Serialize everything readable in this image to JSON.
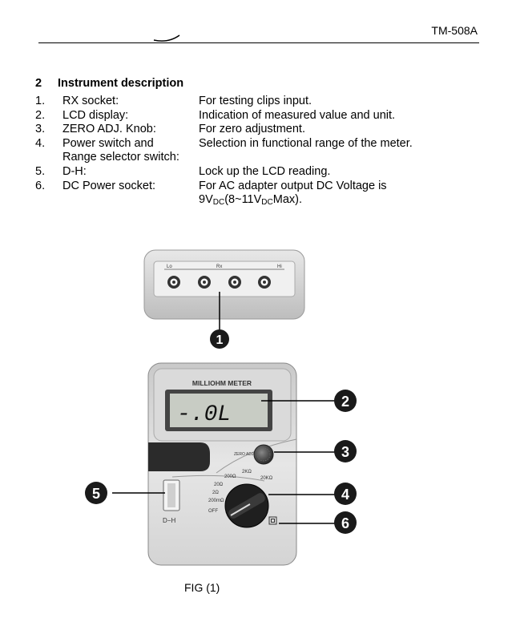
{
  "header": {
    "model": "TM-508A"
  },
  "section": {
    "number": "2",
    "title": "Instrument description"
  },
  "items": [
    {
      "n": "1.",
      "label": "RX socket:",
      "desc": "For testing clips input."
    },
    {
      "n": "2.",
      "label": "LCD display:",
      "desc": "Indication of measured value and unit."
    },
    {
      "n": "3.",
      "label": "ZERO ADJ. Knob:",
      "desc": "For zero adjustment."
    },
    {
      "n": "4.",
      "label": "Power switch and",
      "desc": "Selection in functional range of the meter.",
      "label2": "Range selector switch:"
    },
    {
      "n": "5.",
      "label": "D-H:",
      "desc": "Lock up the LCD reading."
    },
    {
      "n": "6.",
      "label": "DC Power socket:",
      "desc": "For AC adapter output DC Voltage is"
    }
  ],
  "item6_line2": {
    "a": "9V",
    "sub1": "DC",
    "b": "(8~11V",
    "sub2": "DC",
    "c": "Max)."
  },
  "figure": {
    "socket_labels": {
      "lo": "Lo",
      "rx": "Rx",
      "hi": "Hi"
    },
    "meter_title": "MILLIOHM  METER",
    "lcd_reading": "-.0L",
    "zero_adj_label": "ZERO ADJ.",
    "range_labels": [
      "20Ω",
      "2Ω",
      "200mΩ",
      "OFF",
      "200Ω",
      "2KΩ",
      "20KΩ"
    ],
    "dh_label": "D−H",
    "callouts": [
      "1",
      "2",
      "3",
      "4",
      "5",
      "6"
    ],
    "caption": "FIG (1)"
  }
}
